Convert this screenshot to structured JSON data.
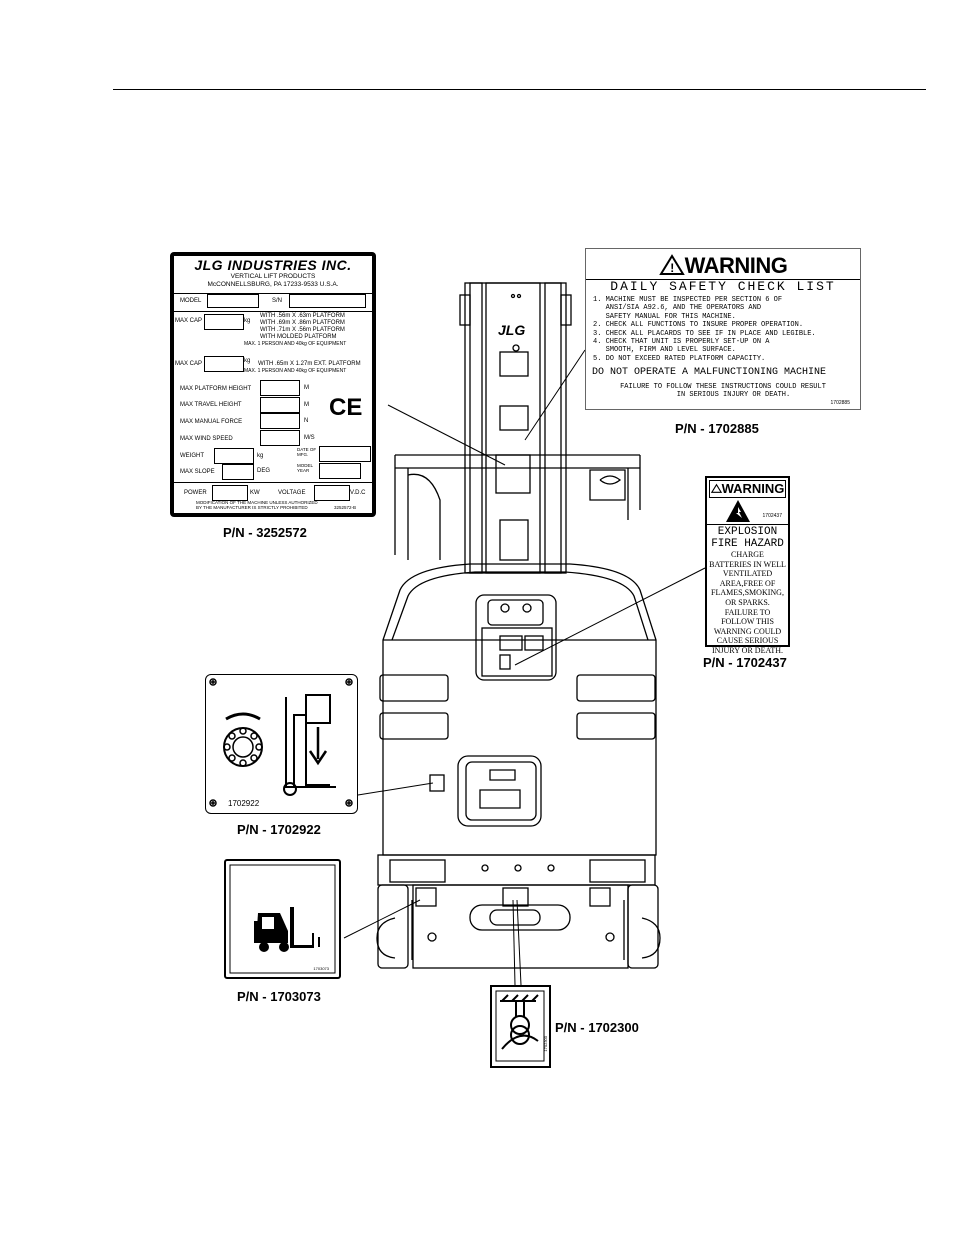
{
  "labels": {
    "pn_plate": "P/N - 3252572",
    "pn_checklist": "P/N - 1702885",
    "pn_explosion": "P/N - 1702437",
    "pn_lowering": "P/N - 1702922",
    "pn_forklift": "P/N - 1703073",
    "pn_tiedown": "P/N - 1702300"
  },
  "plate": {
    "company": "JLG INDUSTRIES INC.",
    "division": "VERTICAL LIFT PRODUCTS",
    "address": "McCONNELLSBURG, PA 17233-9533 U.S.A.",
    "model": "MODEL",
    "sn": "S/N",
    "max_cap": "MAX CAP",
    "kg": "kg",
    "cap_lines": [
      "WITH .56m X .63m PLATFORM",
      "WITH .69m X .86m PLATFORM",
      "WITH .71m X .56m PLATFORM",
      "WITH MOLDED PLATFORM",
      "MAX. 1 PERSON AND 40kg OF EQUIPMENT"
    ],
    "cap2_lines": [
      "WITH .65m X 1.27m EXT. PLATFORM",
      "MAX. 1 PERSON AND 40kg OF EQUIPMENT"
    ],
    "max_platform_height": "MAX PLATFORM HEIGHT",
    "max_travel_height": "MAX TRAVEL HEIGHT",
    "max_manual_force": "MAX MANUAL FORCE",
    "max_wind_speed": "MAX WIND SPEED",
    "unit_m": "M",
    "unit_n": "N",
    "unit_ms": "M/S",
    "weight": "WEIGHT",
    "date_mfg": "DATE OF MFG.",
    "max_slope": "MAX SLOPE",
    "deg": "DEG",
    "model_year": "MODEL YEAR",
    "power": "POWER",
    "kw": "KW",
    "voltage": "VOLTAGE",
    "vdc": "V.D.C",
    "mod_line1": "MODIFICATION OF THE MACHINE UNLESS AUTHORIZED",
    "mod_line2": "BY THE MANUFACTURER IS STRICTLY PROHIBITED",
    "code": "3252572-B",
    "ce": "CE"
  },
  "checklist": {
    "warning": "WARNING",
    "title": "DAILY SAFETY CHECK LIST",
    "items": "1. MACHINE MUST BE INSPECTED PER SECTION 6 OF\n   ANSI/SIA A92.6, AND THE OPERATORS AND\n   SAFETY MANUAL FOR THIS MACHINE.\n2. CHECK ALL FUNCTIONS TO INSURE PROPER OPERATION.\n3. CHECK ALL PLACARDS TO SEE IF IN PLACE AND LEGIBLE.\n4. CHECK THAT UNIT IS PROPERLY SET-UP ON A\n   SMOOTH, FIRM AND LEVEL SURFACE.\n5. DO NOT EXCEED RATED PLATFORM CAPACITY.",
    "stop": "DO NOT OPERATE A MALFUNCTIONING MACHINE",
    "fail": "FAILURE TO FOLLOW THESE INSTRUCTIONS COULD RESULT\n     IN SERIOUS INJURY OR DEATH.",
    "num": "1702885"
  },
  "explosion": {
    "warning": "WARNING",
    "num": "1702437",
    "big1": "EXPLOSION",
    "big2": "FIRE HAZARD",
    "body": "CHARGE BATTERIES IN WELL VENTILATED AREA,FREE OF FLAMES,SMOKING, OR SPARKS. FAILURE TO FOLLOW THIS WARNING COULD CAUSE SERIOUS INJURY OR DEATH."
  },
  "lowering": {
    "num": "1702922"
  },
  "forklift": {
    "num": "1703073"
  },
  "tiedown": {
    "num": "1702300"
  },
  "machine": {
    "logo": "JLG"
  }
}
